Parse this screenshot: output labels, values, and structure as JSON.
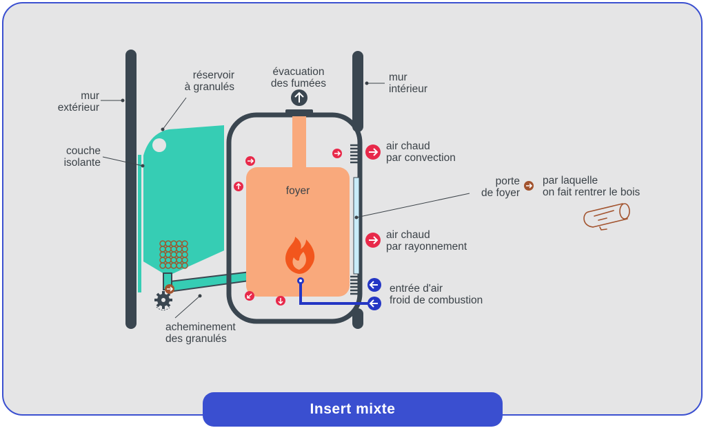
{
  "title": "Insert mixte",
  "labels": {
    "mur_exterieur": [
      "mur",
      "extérieur"
    ],
    "reservoir": [
      "réservoir",
      "à granulés"
    ],
    "evacuation": [
      "évacuation",
      "des fumées"
    ],
    "mur_interieur": [
      "mur",
      "intérieur"
    ],
    "couche_isolante": [
      "couche",
      "isolante"
    ],
    "air_convection": [
      "air chaud",
      "par convection"
    ],
    "foyer": "foyer",
    "porte_foyer": [
      "porte",
      "de foyer"
    ],
    "par_laquelle": [
      "par laquelle",
      "on fait rentrer le bois"
    ],
    "air_rayonnement": [
      "air chaud",
      "par rayonnement"
    ],
    "entree_air": [
      "entrée d'air",
      "froid de combustion"
    ],
    "acheminement": [
      "acheminement",
      "des granulés"
    ]
  },
  "colors": {
    "frame_border": "#3a4fd0",
    "background": "#e5e5e6",
    "wall": "#3a4650",
    "reservoir": "#36cdb4",
    "foyer": "#f9a97c",
    "hot_air": "#e8294a",
    "cold_air": "#2436c4",
    "door_glass": "#c9ecf9",
    "log": "#a2532e",
    "flame": "#f2561d"
  }
}
